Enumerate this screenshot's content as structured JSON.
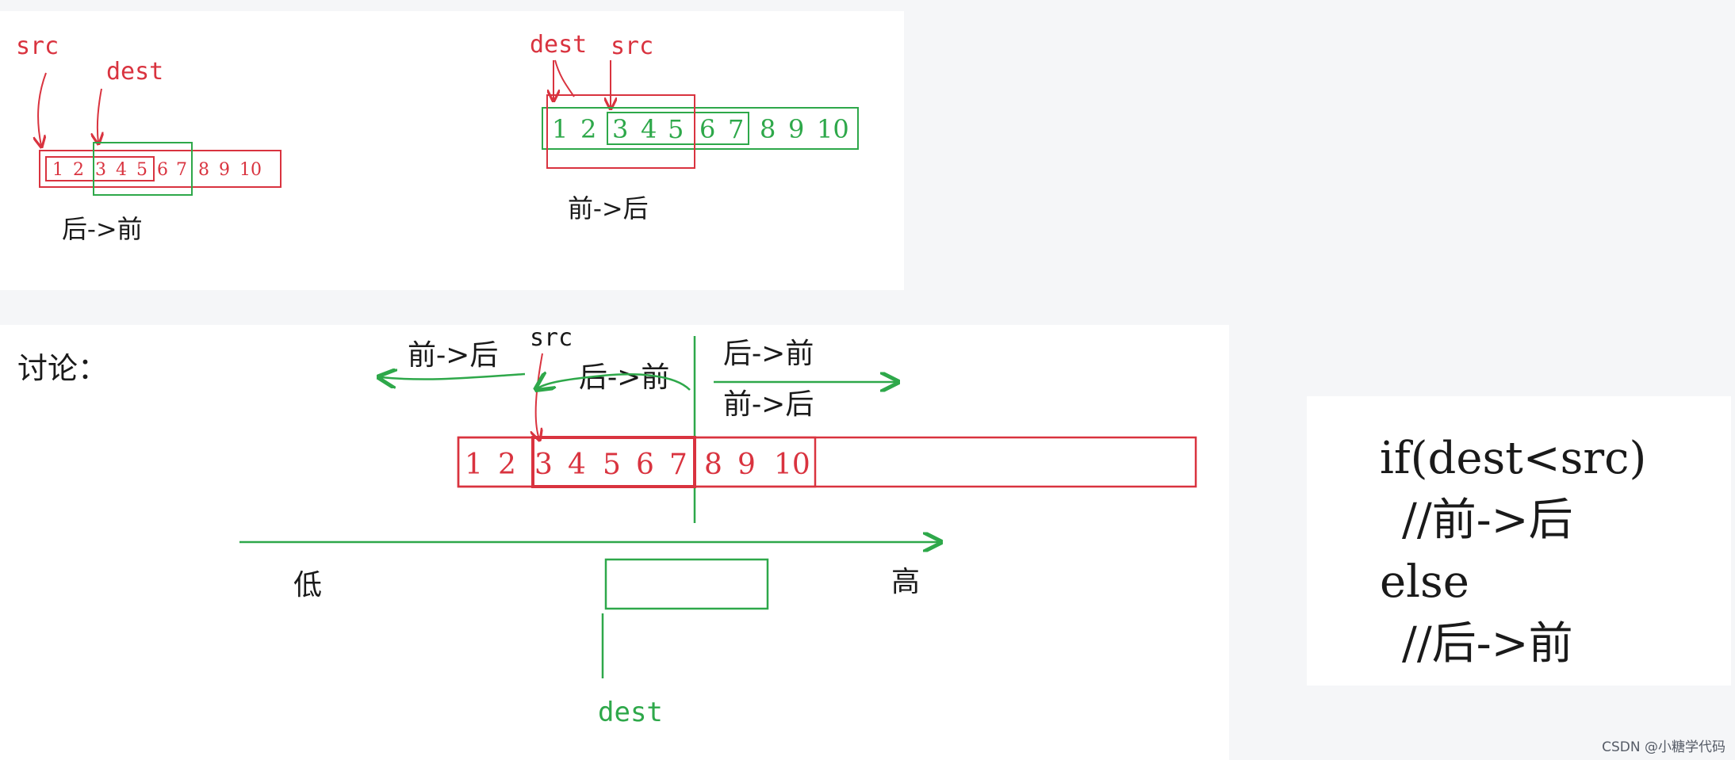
{
  "top": {
    "left": {
      "label_src": "src",
      "label_dest": "dest",
      "numbers": [
        "1",
        "2",
        "3",
        "4",
        "5",
        "6",
        "7",
        "8",
        "9",
        "10"
      ],
      "direction": "后->前"
    },
    "right": {
      "label_dest": "dest",
      "label_src": "src",
      "numbers": [
        "1",
        "2",
        "3",
        "4",
        "5",
        "6",
        "7",
        "8",
        "9",
        "10"
      ],
      "direction": "前->后"
    }
  },
  "bottom": {
    "heading": "讨论：",
    "label_src": "src",
    "label_dest": "dest",
    "left_direction": "前->后",
    "middle_direction": "后->前",
    "right_direction_top": "后->前",
    "right_direction_bottom": "前->后",
    "numbers": [
      "1",
      "2",
      "3",
      "4",
      "5",
      "6",
      "7",
      "8",
      "9",
      "10"
    ],
    "axis_low": "低",
    "axis_high": "高"
  },
  "code": {
    "lines": [
      "if(dest<src)",
      "//前->后",
      "else",
      "//后->前"
    ]
  },
  "watermark": "CSDN @小糖学代码",
  "colors": {
    "red": "#d9333f",
    "green": "#2ea84a"
  }
}
